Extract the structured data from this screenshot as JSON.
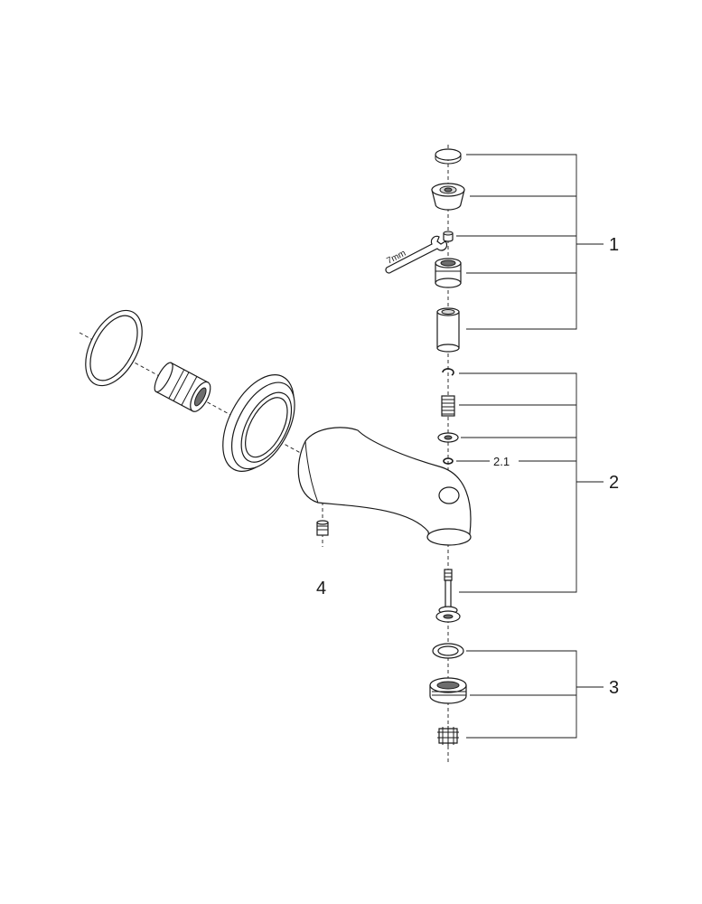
{
  "labels": {
    "group1": "1",
    "group2": "2",
    "part2_1": "2.1",
    "group3": "3",
    "part4": "4"
  },
  "tool": {
    "wrench_size": "7mm"
  }
}
